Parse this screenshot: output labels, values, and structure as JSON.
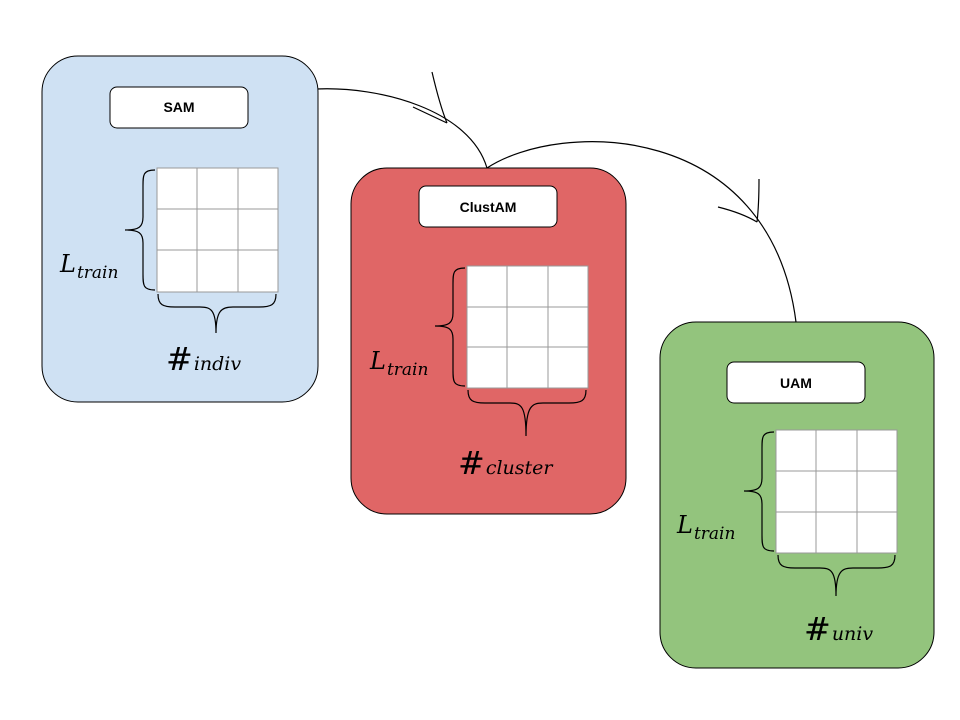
{
  "colors": {
    "sam_fill": "#cfe1f3",
    "clustam_fill": "#e06666",
    "uam_fill": "#93c47d",
    "stroke": "#000000",
    "grid_line": "#999999"
  },
  "models": {
    "sam": {
      "title": "SAM",
      "length_symbol": "L",
      "length_subscript": "train",
      "count_symbol": "#",
      "count_subscript": "indiv"
    },
    "clustam": {
      "title": "ClustAM",
      "length_symbol": "L",
      "length_subscript": "train",
      "count_symbol": "#",
      "count_subscript": "cluster"
    },
    "uam": {
      "title": "UAM",
      "length_symbol": "L",
      "length_subscript": "train",
      "count_symbol": "#",
      "count_subscript": "univ"
    }
  }
}
